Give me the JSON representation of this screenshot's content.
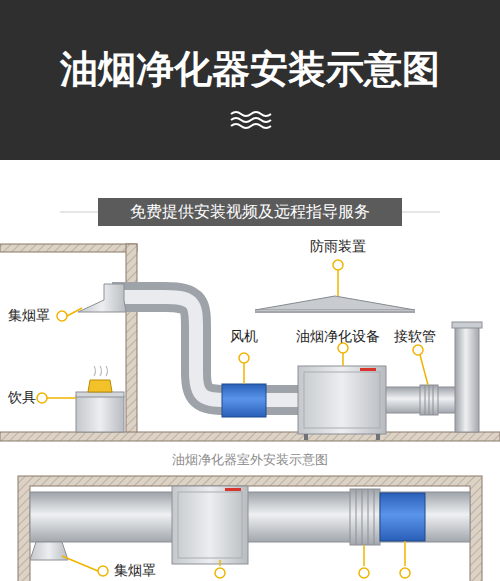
{
  "diagram": {
    "title": "油烟净化器安装示意图",
    "caption": "油烟净化器室外安装示意图",
    "nodes": [
      {
        "text": [
          "免费提供安装视频及远程指导服务"
        ]
      }
    ],
    "labels": [
      "集烟罩",
      "饮具",
      "风机",
      "防雨装置",
      "油烟净化设备",
      "接软管",
      "集烟罩"
    ]
  }
}
